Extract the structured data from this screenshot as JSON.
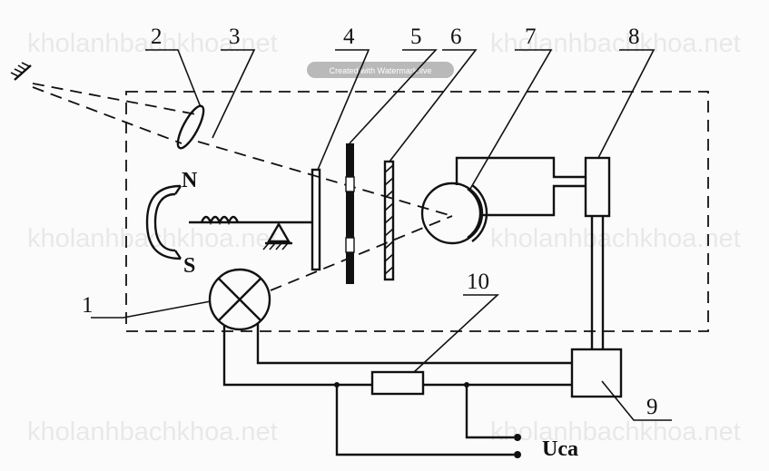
{
  "diagram": {
    "callouts": [
      {
        "id": "c1",
        "text": "1"
      },
      {
        "id": "c2",
        "text": "2"
      },
      {
        "id": "c3",
        "text": "3"
      },
      {
        "id": "c4",
        "text": "4"
      },
      {
        "id": "c5",
        "text": "5"
      },
      {
        "id": "c6",
        "text": "6"
      },
      {
        "id": "c7",
        "text": "7"
      },
      {
        "id": "c8",
        "text": "8"
      },
      {
        "id": "c9",
        "text": "9"
      },
      {
        "id": "c10",
        "text": "10"
      }
    ],
    "pole_north": "N",
    "pole_south": "S",
    "supply_label": "Uca"
  },
  "watermark": {
    "text": "kholanhbachkhoa.net",
    "badge": "Created with Watermark.live"
  }
}
